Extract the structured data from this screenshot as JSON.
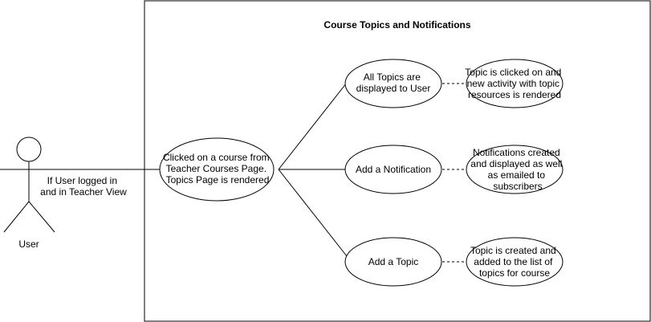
{
  "diagram": {
    "title": "Course Topics and Notifications",
    "actor": {
      "label": "User"
    },
    "actor_edge_label": [
      "If User logged in",
      "and in Teacher View"
    ],
    "center_use_case": [
      "Clicked on a course from",
      "Teacher Courses Page.",
      "Topics Page is rendered"
    ],
    "use_cases": [
      {
        "label": [
          "All Topics are",
          "displayed to User"
        ],
        "result": [
          "Topic is clicked on and",
          "new activity with topic",
          "resources is rendered"
        ]
      },
      {
        "label": [
          "Add a Notification"
        ],
        "result": [
          "Notifications created",
          "and displayed as well",
          "as emailed to",
          "subscribers"
        ]
      },
      {
        "label": [
          "Add a Topic"
        ],
        "result": [
          "Topic is created and",
          "added to the list of",
          "topics for course"
        ]
      }
    ]
  }
}
